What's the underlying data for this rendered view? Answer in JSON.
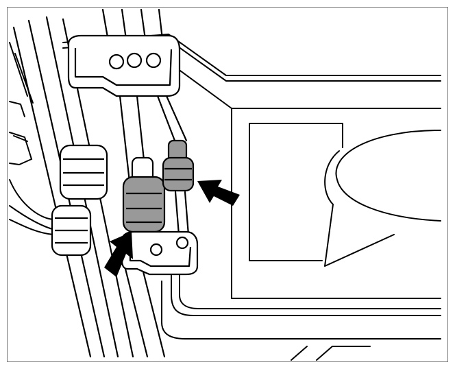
{
  "figure": {
    "kind": "technical line illustration",
    "style": "black outline on white, gray shaded highlighted parts",
    "highlighted_parts": [
      "large-tube-nut",
      "small-tube-nut"
    ],
    "pointer_arrows": [
      "arrow-to-large-nut",
      "arrow-to-small-nut"
    ],
    "colors": {
      "line": "#000000",
      "background": "#ffffff",
      "highlight_fill": "#999999",
      "frame": "#777777"
    }
  }
}
